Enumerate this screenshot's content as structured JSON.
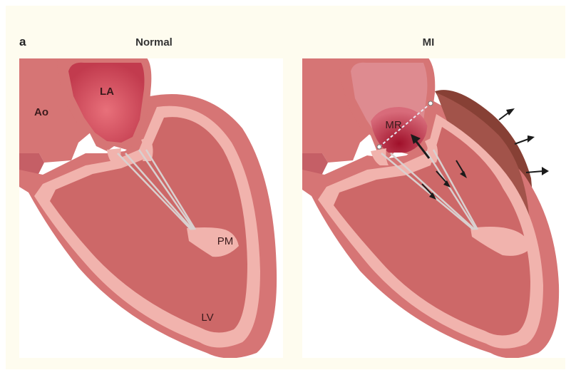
{
  "panel_letter": "a",
  "panels": [
    {
      "title": "Normal",
      "labels": {
        "aorta": "Ao",
        "left_atrium": "LA",
        "papillary_muscle": "PM",
        "left_ventricle": "LV"
      }
    },
    {
      "title": "MI",
      "labels": {
        "mitral_regurgitation": "MR"
      }
    }
  ],
  "colors": {
    "background": "#fefcef",
    "myocardium": "#d67575",
    "endocardium": "#f1b3ad",
    "cavity": "#cd6868",
    "atrium": "#c23b4e",
    "infarct": "#a2534a",
    "infarct_border": "#874035",
    "chordae": "#d9d0cf",
    "arrow": "#1b1b1b"
  }
}
